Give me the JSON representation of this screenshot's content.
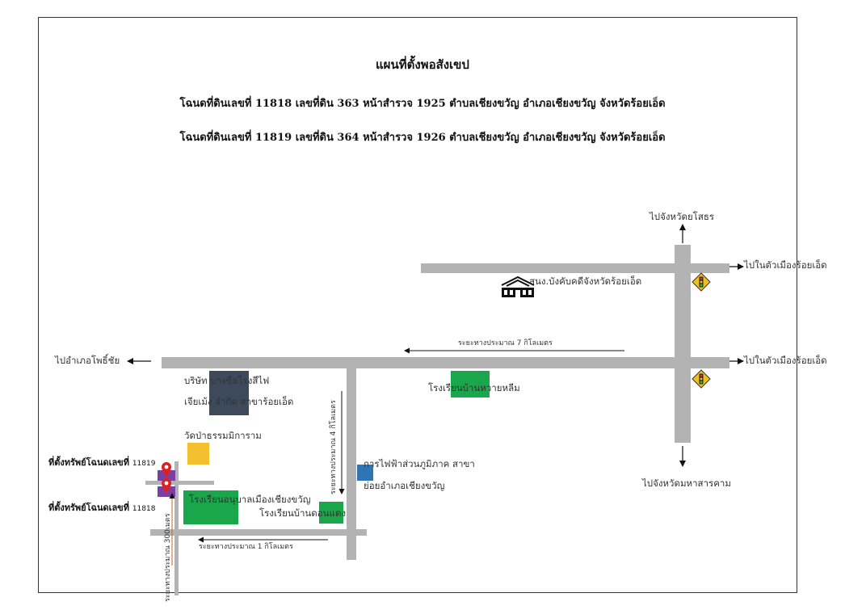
{
  "title": "แผนที่ตั้งพอสังเขป",
  "subtitle_1": "โฉนดที่ดินเลขที่ 11818  เลขที่ดิน 363  หน้าสำรวจ 1925 ตำบลเชียงขวัญ อำเภอเชียงขวัญ จังหวัดร้อยเอ็ด",
  "subtitle_2": "โฉนดที่ดินเลขที่ 11819  เลขที่ดิน 364  หน้าสำรวจ 1926 ตำบลเชียงขวัญ อำเภอเชียงขวัญ จังหวัดร้อยเอ็ด",
  "directions": {
    "to_yasothon": "ไปจังหวัดยโสธร",
    "to_roiet_city_1": "ไปในตัวเมืองร้อยเอ็ด",
    "to_roiet_city_2": "ไปในตัวเมืองร้อยเอ็ด",
    "to_phochai": "ไปอำเภอโพธิ์ชัย",
    "to_mahasarakham": "ไปจังหวัดมหาสารคาม"
  },
  "landmarks": {
    "office": "สนง.บังคับคดีจังหวัดร้อยเอ็ด",
    "company_line1": "บริษัท บางซื่อโรงสีไฟ",
    "company_line2": "เจียเม้ง จำกัด สาขาร้อยเอ็ด",
    "temple": "วัดป่าธรรมมิการาม",
    "school_huaylim": "โรงเรียนบ้านหวายหลีม",
    "pea_line1": "การไฟฟ้าส่วนภูมิภาค สาขา",
    "pea_line2": "ย่อยอำเภอเชียงขวัญ",
    "kindergarten": "โรงเรียนอนุบาลเมืองเชียงขวัญ",
    "school_donlaeng": "โรงเรียนบ้านดอนแดง"
  },
  "distances": {
    "d7km": "ระยะทางประมาณ 7 กิโลเมตร",
    "d4km": "ระยะทางประมาณ 4 กิโลเมตร",
    "d1km": "ระยะทางประมาณ 1 กิโลเมตร",
    "d300m": "ระยะทางประมาณ 300เมตร"
  },
  "properties": {
    "p11819_label": "ที่ตั้งทรัพย์โฉนดเลขที่",
    "p11819_number": "11819",
    "p11818_label": "ที่ตั้งทรัพย์โฉนดเลขที่",
    "p11818_number": "11818"
  },
  "colors": {
    "road": "#b3b3b3",
    "company": "#3d4a5c",
    "temple": "#f4c030",
    "school": "#1aa64a",
    "pea": "#2e75b6",
    "property": "#7a3fa3",
    "pin": "#e02020",
    "traffic_light": "#f0c020"
  },
  "icons": [
    "building-icon",
    "traffic-light-icon",
    "map-pin-icon",
    "arrow-icon"
  ]
}
